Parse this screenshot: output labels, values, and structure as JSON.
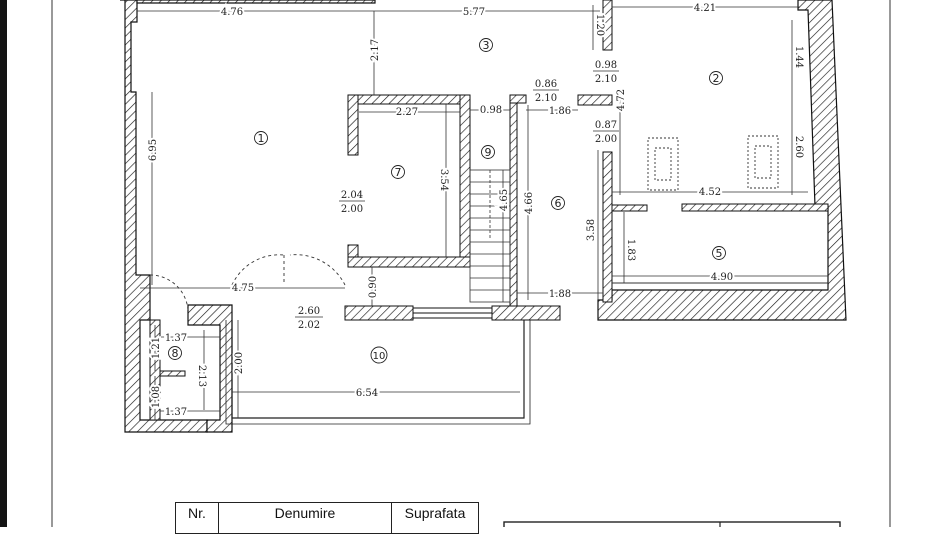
{
  "rooms": [
    "1",
    "2",
    "3",
    "5",
    "6",
    "7",
    "8",
    "9",
    "10"
  ],
  "dimensions": {
    "top_476": "4.76",
    "top_577": "5.77",
    "top_421": "4.21",
    "v_120": "1.20",
    "v_217": "2.17",
    "v_144": "1.44",
    "v_472": "4.72",
    "door_098_top": "0.98",
    "door_098_bottom": "2.10",
    "door_086_top": "0.86",
    "door_086_bottom": "2.10",
    "door_087_top": "0.87",
    "door_087_bottom": "2.00",
    "h_227": "2.27",
    "h_098": "0.98",
    "h_186": "1.86",
    "v_695": "6.95",
    "v_354": "3.54",
    "v_465": "4.65",
    "v_466": "4.66",
    "v_260": "2.60",
    "h_452": "4.52",
    "v_358": "3.58",
    "v_183": "1.83",
    "h_490": "4.90",
    "win_204_top": "2.04",
    "win_204_bottom": "2.00",
    "h_475": "4.75",
    "v_090": "0.90",
    "win_260_top": "2.60",
    "win_260_bottom": "2.02",
    "h_188": "1.88",
    "h_137_top": "1.37",
    "v_121": "1.21",
    "v_213": "2.13",
    "v_200": "2.00",
    "h_654": "6.54",
    "v_108": "1.08",
    "h_137_bottom": "1.37"
  },
  "table": {
    "col_nr": "Nr.",
    "col_denumire": "Denumire",
    "col_suprafata": "Suprafata"
  }
}
